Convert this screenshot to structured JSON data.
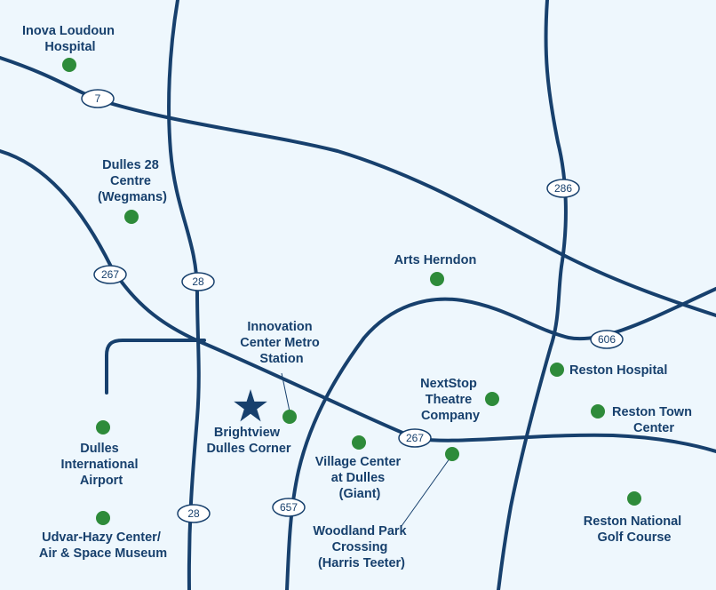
{
  "colors": {
    "background": "#eef7fd",
    "road": "#17406d",
    "poi_dot": "#2e8b3a",
    "label_text": "#17406d"
  },
  "routes": [
    {
      "name": "route-7",
      "shield": "7"
    },
    {
      "name": "route-28-north",
      "shield": "28"
    },
    {
      "name": "route-28-south",
      "shield": "28"
    },
    {
      "name": "route-267-west",
      "shield": "267"
    },
    {
      "name": "route-267-east",
      "shield": "267"
    },
    {
      "name": "route-286",
      "shield": "286"
    },
    {
      "name": "route-606",
      "shield": "606"
    },
    {
      "name": "route-657",
      "shield": "657"
    }
  ],
  "places": {
    "inova_loudoun": {
      "lines": [
        "Inova Loudoun",
        "Hospital"
      ]
    },
    "dulles_28_centre": {
      "lines": [
        "Dulles 28",
        "Centre",
        "(Wegmans)"
      ]
    },
    "arts_herndon": {
      "lines": [
        "Arts Herndon"
      ]
    },
    "innovation_center": {
      "lines": [
        "Innovation",
        "Center Metro",
        "Station"
      ]
    },
    "nextstop_theatre": {
      "lines": [
        "NextStop",
        "Theatre",
        "Company"
      ]
    },
    "reston_hospital": {
      "lines": [
        "Reston Hospital"
      ]
    },
    "reston_town_center": {
      "lines": [
        "Reston Town",
        "Center"
      ]
    },
    "brightview": {
      "lines": [
        "Brightview",
        "Dulles Corner"
      ],
      "icon": "star-icon"
    },
    "village_center": {
      "lines": [
        "Village Center",
        "at Dulles",
        "(Giant)"
      ]
    },
    "dulles_airport": {
      "lines": [
        "Dulles",
        "International",
        "Airport"
      ]
    },
    "woodland_park": {
      "lines": [
        "Woodland Park",
        "Crossing",
        "(Harris Teeter)"
      ]
    },
    "reston_national": {
      "lines": [
        "Reston National",
        "Golf Course"
      ]
    },
    "udvar_hazy": {
      "lines": [
        "Udvar-Hazy Center/",
        "Air & Space Museum"
      ]
    }
  }
}
